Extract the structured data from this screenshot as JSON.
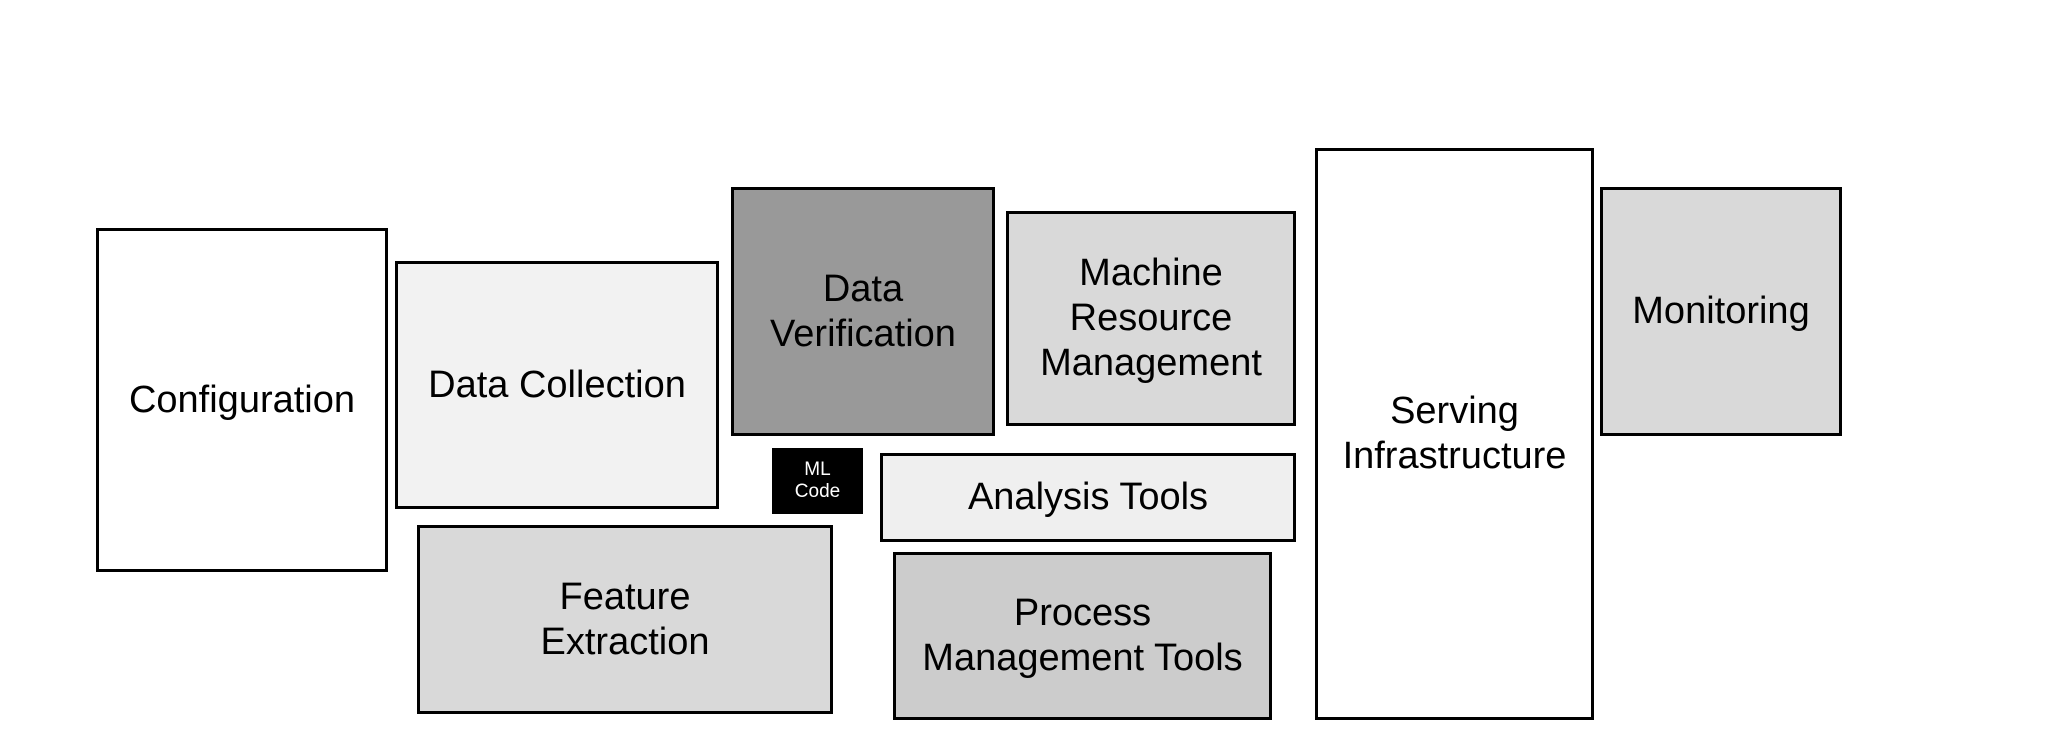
{
  "diagram": {
    "boxes": [
      {
        "id": "configuration",
        "label": "Configuration",
        "fill": "#ffffff",
        "text_color": "#000000"
      },
      {
        "id": "data-collection",
        "label": "Data Collection",
        "fill": "#f2f2f2",
        "text_color": "#000000"
      },
      {
        "id": "feature-extraction",
        "label": "Feature\nExtraction",
        "fill": "#d9d9d9",
        "text_color": "#000000"
      },
      {
        "id": "data-verification",
        "label": "Data\nVerification",
        "fill": "#999999",
        "text_color": "#000000"
      },
      {
        "id": "ml-code",
        "label": "ML\nCode",
        "fill": "#000000",
        "text_color": "#ffffff"
      },
      {
        "id": "machine-resource",
        "label": "Machine\nResource\nManagement",
        "fill": "#d9d9d9",
        "text_color": "#000000"
      },
      {
        "id": "analysis-tools",
        "label": "Analysis Tools",
        "fill": "#efefef",
        "text_color": "#000000"
      },
      {
        "id": "process-management",
        "label": "Process\nManagement Tools",
        "fill": "#cccccc",
        "text_color": "#000000"
      },
      {
        "id": "serving-infrastructure",
        "label": "Serving\nInfrastructure",
        "fill": "#ffffff",
        "text_color": "#000000"
      },
      {
        "id": "monitoring",
        "label": "Monitoring",
        "fill": "#d9d9d9",
        "text_color": "#000000"
      }
    ]
  }
}
